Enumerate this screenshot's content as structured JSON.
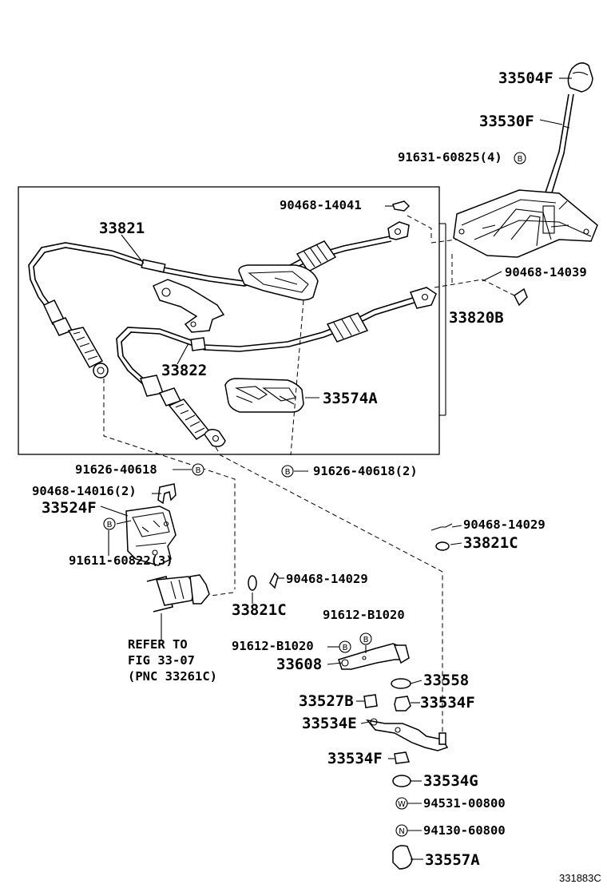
{
  "diagram_ref": "331883C",
  "symbols": {
    "bolt": "B",
    "washer": "W",
    "nut": "N"
  },
  "parts": {
    "p33504F": "33504F",
    "p33530F": "33530F",
    "p91631": "91631-60825(4)",
    "p90468_14041": "90468-14041",
    "p33821": "33821",
    "p90468_14039": "90468-14039",
    "p33820B": "33820B",
    "p33822": "33822",
    "p33574A": "33574A",
    "p91626_a": "91626-40618",
    "p91626_b": "91626-40618(2)",
    "p90468_14016": "90468-14016(2)",
    "p33524F": "33524F",
    "p91611": "91611-60822(3)",
    "p90468_14029_r": "90468-14029",
    "p33821C_r": "33821C",
    "p90468_14029_l": "90468-14029",
    "p33821C_l": "33821C",
    "p91612_top": "91612-B1020",
    "p91612_left": "91612-B1020",
    "p33608": "33608",
    "p33558": "33558",
    "p33527B": "33527B",
    "p33534F_a": "33534F",
    "p33534E": "33534E",
    "p33534F_b": "33534F",
    "p33534G": "33534G",
    "p94531": "94531-00800",
    "p94130": "94130-60800",
    "p33557A": "33557A"
  },
  "reference_note": {
    "line1": "REFER TO",
    "line2": "FIG 33-07",
    "line3": "(PNC 33261C)"
  }
}
